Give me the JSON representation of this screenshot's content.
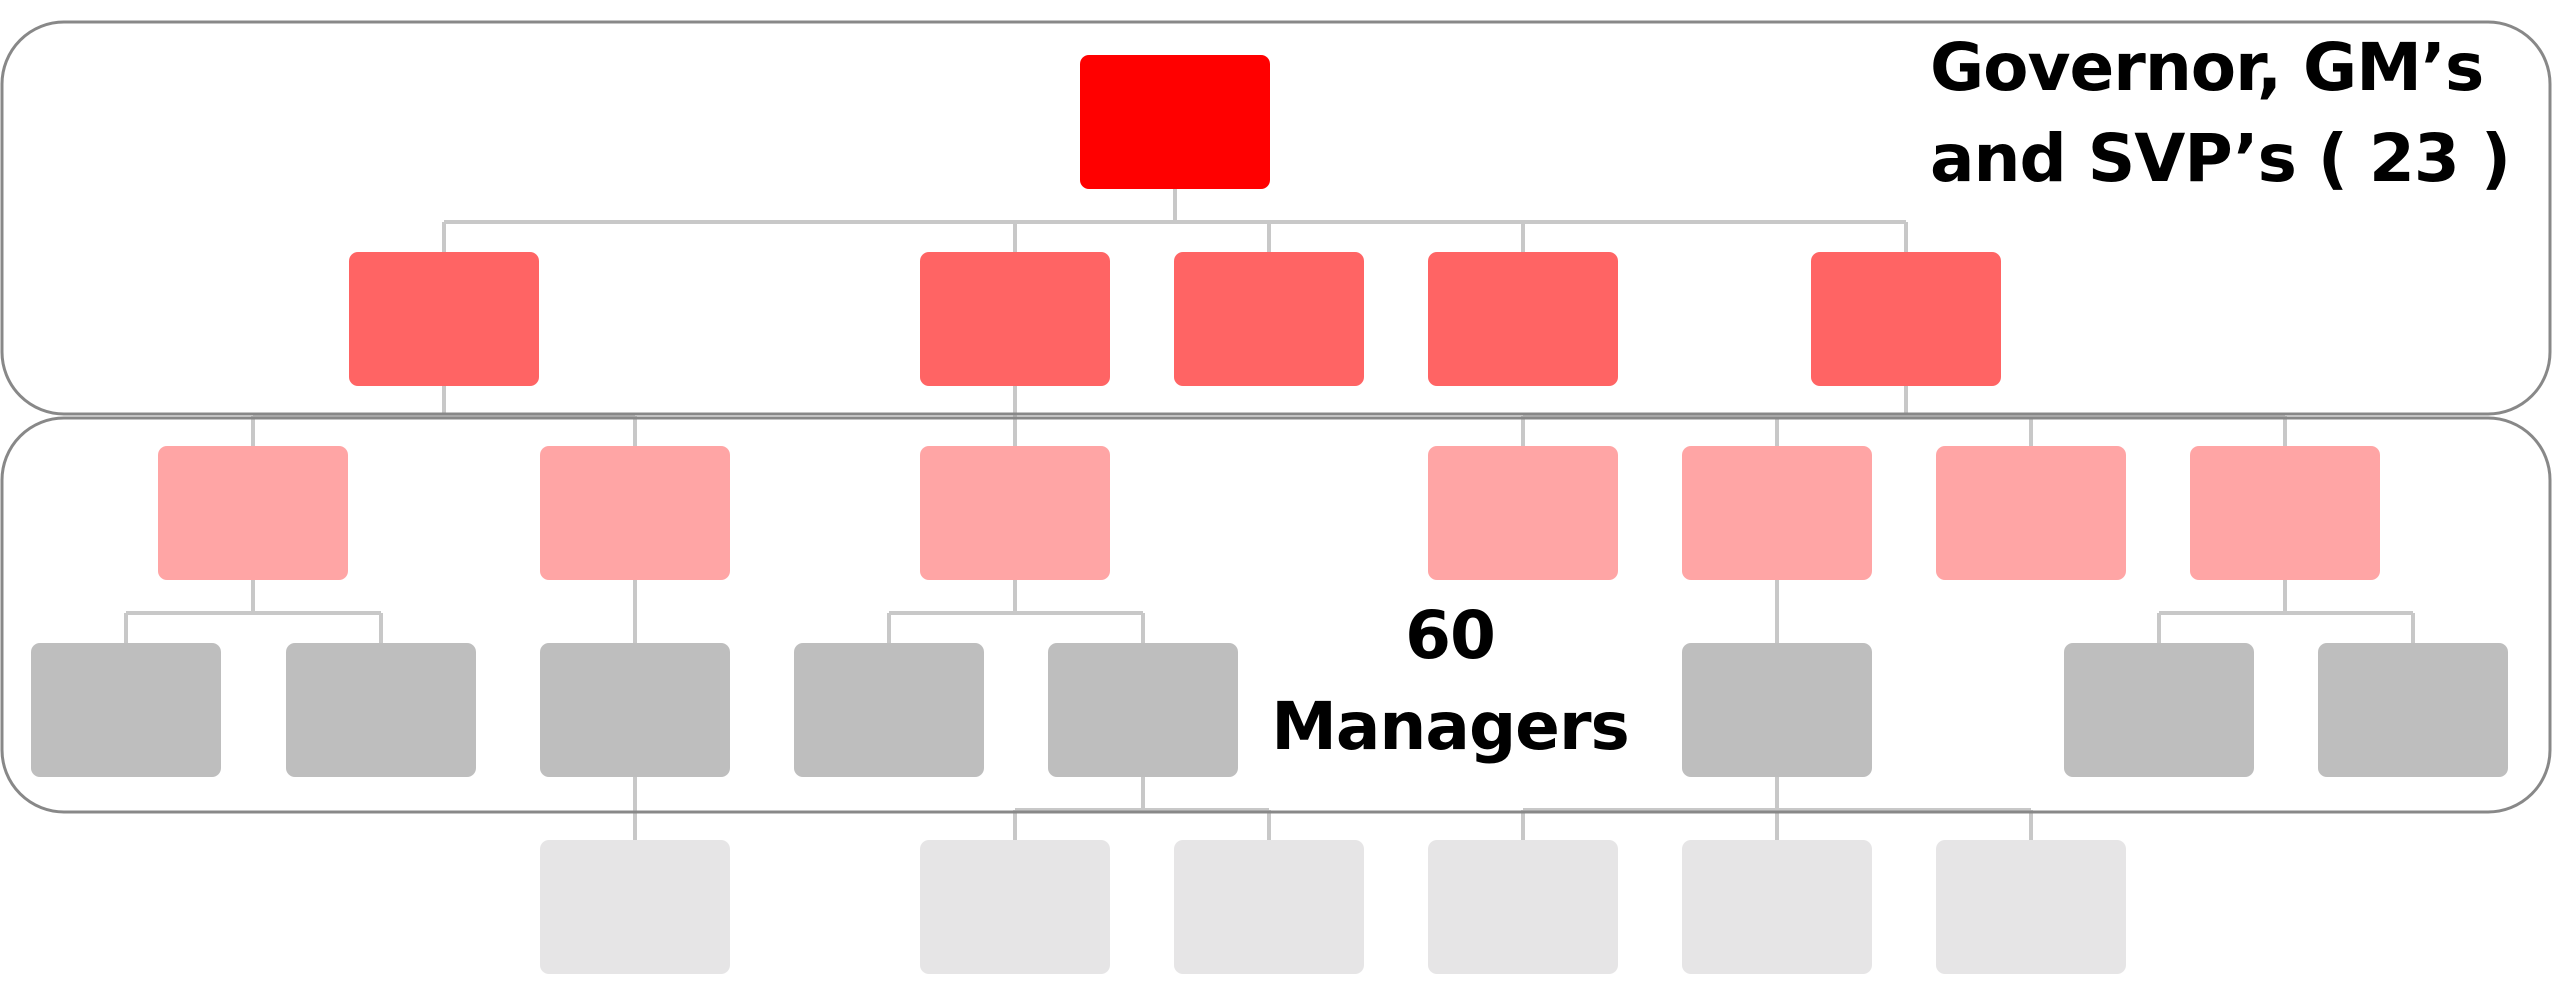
{
  "colors": {
    "level1": "#ff0000",
    "level2": "#ff6464",
    "level3": "#ffa5a5",
    "level4": "#bebebe",
    "level5": "#e6e5e6",
    "connector": "#c8c8c8",
    "group_border": "#888888"
  },
  "groups": {
    "top": {
      "label_line1": "Governor, GM’s",
      "label_line2": "and SVP’s ( 23 )"
    },
    "middle": {
      "label_line1": "60",
      "label_line2": "Managers"
    }
  },
  "org_chart": {
    "levels": [
      {
        "level": 1,
        "color_key": "level1",
        "node_count": 1
      },
      {
        "level": 2,
        "color_key": "level2",
        "node_count": 5
      },
      {
        "level": 3,
        "color_key": "level3",
        "node_count": 7
      },
      {
        "level": 4,
        "color_key": "level4",
        "node_count": 8
      },
      {
        "level": 5,
        "color_key": "level5",
        "node_count": 6
      }
    ]
  }
}
